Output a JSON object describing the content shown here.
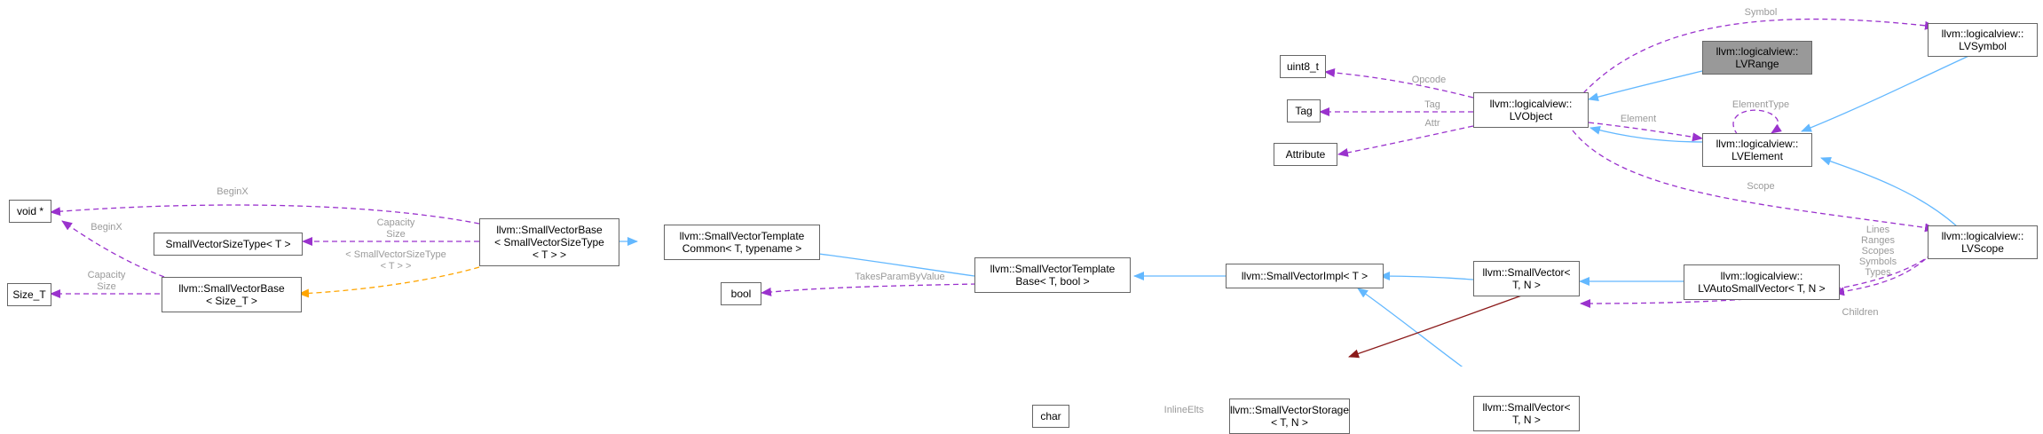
{
  "nodes": {
    "lvrange": [
      "llvm::logicalview::",
      "LVRange"
    ],
    "lvsymbol": [
      "llvm::logicalview::",
      "LVSymbol"
    ],
    "uint8": [
      "uint8_t"
    ],
    "tag": [
      "Tag"
    ],
    "attribute": [
      "Attribute"
    ],
    "lvobject": [
      "llvm::logicalview::",
      "LVObject"
    ],
    "lvelement": [
      "llvm::logicalview::",
      "LVElement"
    ],
    "voidptr": [
      "void *"
    ],
    "svsizetype": [
      "SmallVectorSizeType< T >"
    ],
    "sizet": [
      "Size_T"
    ],
    "svbase_sizet": [
      "llvm::SmallVectorBase",
      "< Size_T >"
    ],
    "svbase_svst": [
      "llvm::SmallVectorBase",
      "< SmallVectorSizeType",
      "< T > >"
    ],
    "svtcommon": [
      "llvm::SmallVectorTemplate",
      "Common< T, typename >"
    ],
    "bool": [
      "bool"
    ],
    "svtbase": [
      "llvm::SmallVectorTemplate",
      "Base< T, bool >"
    ],
    "svimpl": [
      "llvm::SmallVectorImpl< T >"
    ],
    "svstorage": [
      "llvm::SmallVectorStorage",
      "< T, N >"
    ],
    "char": [
      "char"
    ],
    "sv1": [
      "llvm::SmallVector<",
      "T, N >"
    ],
    "sv2": [
      "llvm::SmallVector<",
      "T, N >"
    ],
    "lvauto": [
      "llvm::logicalview::",
      "LVAutoSmallVector< T, N >"
    ],
    "lvscope": [
      "llvm::logicalview::",
      "LVScope"
    ]
  },
  "edge_labels": {
    "symbol": [
      "Symbol"
    ],
    "opcode": [
      "Opcode"
    ],
    "tag": [
      "Tag"
    ],
    "attr": [
      "Attr"
    ],
    "element": [
      "Element"
    ],
    "elementtype": [
      "ElementType"
    ],
    "scope": [
      "Scope"
    ],
    "beginx_top": [
      "BeginX"
    ],
    "capacity_top": [
      "Capacity",
      "Size"
    ],
    "svst_template": [
      "< SmallVectorSizeType",
      "< T > >"
    ],
    "beginx_left": [
      "BeginX"
    ],
    "capacity_left": [
      "Capacity",
      "Size"
    ],
    "takesparam": [
      "TakesParamByValue"
    ],
    "inlineelts": [
      "InlineElts"
    ],
    "children": [
      "Children"
    ],
    "lines": [
      "Lines",
      "Ranges",
      "Scopes",
      "Symbols",
      "Types"
    ]
  },
  "colors": {
    "inheritance": "#63b8ff",
    "usage": "#9a32cd",
    "template": "#ffa500",
    "storage": "#8b1a1a",
    "label": "#9a9a9a",
    "node_border": "#666666",
    "highlight_fill": "#999999"
  }
}
